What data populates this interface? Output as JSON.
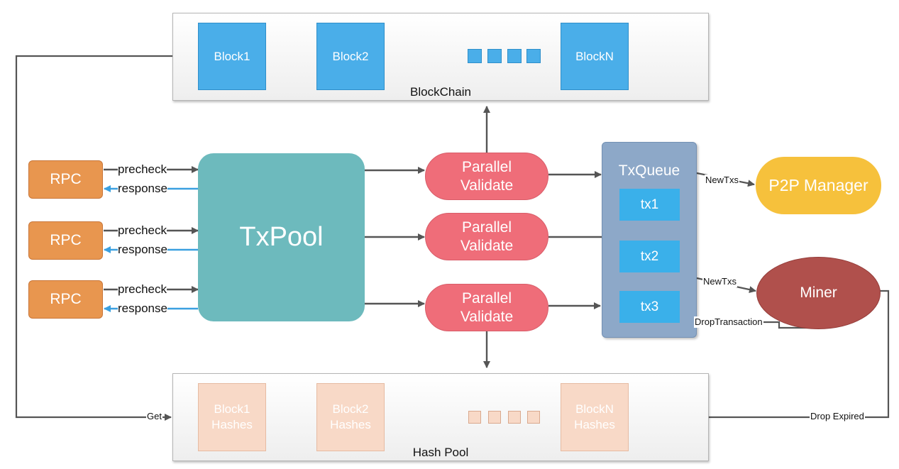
{
  "blockchain": {
    "title": "BlockChain",
    "blocks": [
      "Block1",
      "Block2",
      "BlockN"
    ]
  },
  "hashpool": {
    "title": "Hash Pool",
    "blocks": [
      {
        "line1": "Block1",
        "line2": "Hashes"
      },
      {
        "line1": "Block2",
        "line2": "Hashes"
      },
      {
        "line1": "BlockN",
        "line2": "Hashes"
      }
    ]
  },
  "rpcs": [
    {
      "label": "RPC",
      "request": "precheck",
      "reply": "response"
    },
    {
      "label": "RPC",
      "request": "precheck",
      "reply": "response"
    },
    {
      "label": "RPC",
      "request": "precheck",
      "reply": "response"
    }
  ],
  "txpool": {
    "label": "TxPool"
  },
  "validators": [
    {
      "line1": "Parallel",
      "line2": "Validate"
    },
    {
      "line1": "Parallel",
      "line2": "Validate"
    },
    {
      "line1": "Parallel",
      "line2": "Validate"
    }
  ],
  "txqueue": {
    "title": "TxQueue",
    "items": [
      "tx1",
      "tx2",
      "tx3"
    ]
  },
  "p2p": {
    "label": "P2P Manager"
  },
  "miner": {
    "label": "Miner"
  },
  "edges": {
    "newtxs_p2p": "NewTxs",
    "newtxs_miner": "NewTxs",
    "drop_transaction": "DropTransaction",
    "drop_expired": "Drop Expired",
    "get": "Get"
  },
  "colors": {
    "block": "#4aaee9",
    "hash_block": "#f8d9c7",
    "rpc": "#e8964f",
    "txpool": "#6dbabd",
    "validate": "#ef6d79",
    "txqueue": "#8da8c8",
    "tx": "#3ab0ea",
    "p2p": "#f6c13c",
    "miner": "#b0504c",
    "arrow": "#555555",
    "response_arrow": "#3aa0e0"
  }
}
